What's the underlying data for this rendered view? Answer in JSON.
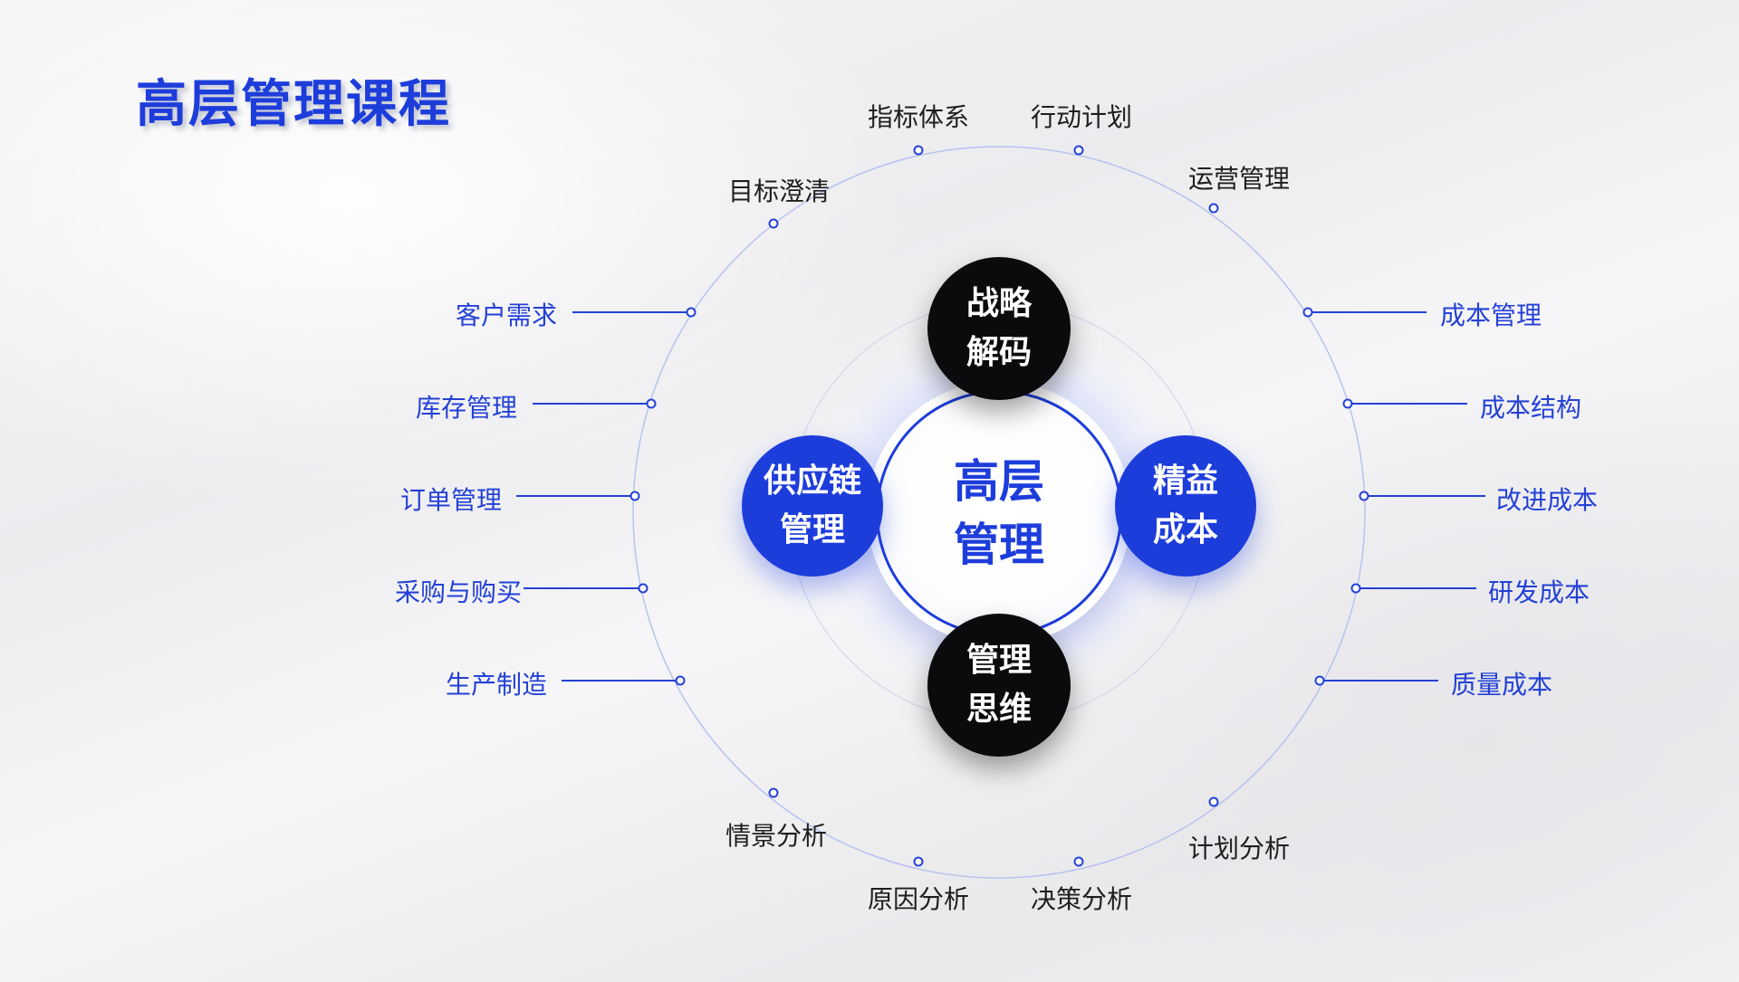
{
  "title": "高层管理课程",
  "center": {
    "line1": "高层",
    "line2": "管理"
  },
  "pillars": {
    "top": {
      "line1": "战略",
      "line2": "解码"
    },
    "right": {
      "line1": "精益",
      "line2": "成本"
    },
    "bottom": {
      "line1": "管理",
      "line2": "思维"
    },
    "left": {
      "line1": "供应链",
      "line2": "管理"
    }
  },
  "top_items": [
    "指标体系",
    "行动计划",
    "目标澄清",
    "运营管理"
  ],
  "left_items": [
    "客户需求",
    "库存管理",
    "订单管理",
    "采购与购买",
    "生产制造"
  ],
  "right_items": [
    "成本管理",
    "成本结构",
    "改进成本",
    "研发成本",
    "质量成本"
  ],
  "bottom_items": [
    "情景分析",
    "计划分析",
    "原因分析",
    "决策分析"
  ],
  "colors": {
    "accent": "#1d3ddb",
    "dark": "#0b0b0d",
    "ring": "#b9c2ee"
  }
}
